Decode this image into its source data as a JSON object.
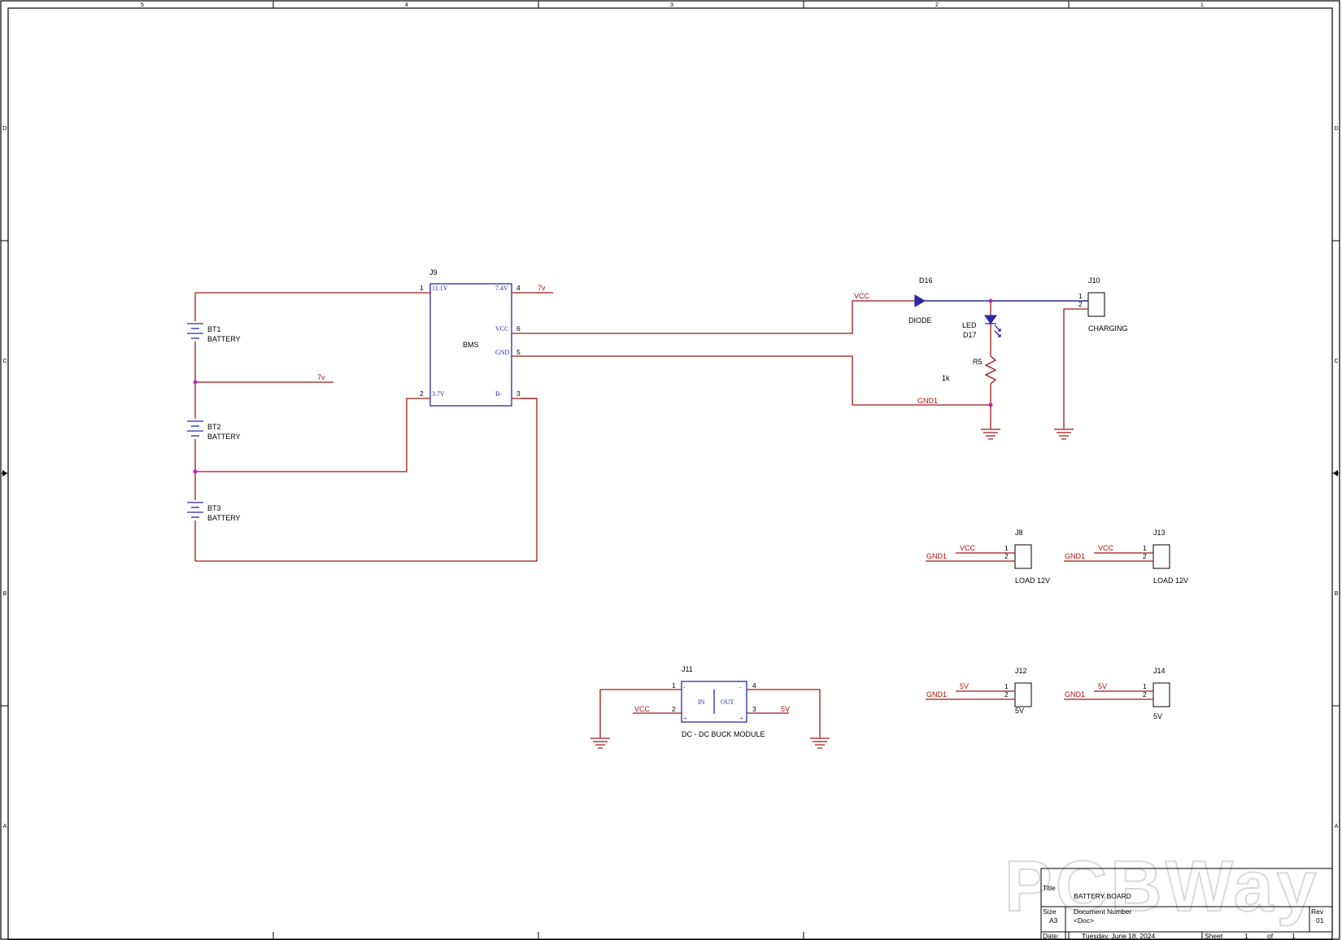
{
  "frame": {
    "columns": [
      "5",
      "4",
      "3",
      "2",
      "1"
    ],
    "rows": [
      "D",
      "C",
      "B",
      "A"
    ]
  },
  "watermark": "PCBWay",
  "components": {
    "J9": {
      "ref": "J9",
      "value": "BMS",
      "pin1": "1",
      "pin2": "2",
      "pin3": "3",
      "pin4": "4",
      "pin5": "5",
      "pin6": "6",
      "pin1_name": "11.1V",
      "pin2_name": "3.7V",
      "pin3_name": "B-",
      "pin4_name": "7.4V",
      "pin5_name": "GND",
      "pin6_name": "VCC"
    },
    "BT1": {
      "ref": "BT1",
      "value": "BATTERY"
    },
    "BT2": {
      "ref": "BT2",
      "value": "BATTERY"
    },
    "BT3": {
      "ref": "BT3",
      "value": "BATTERY"
    },
    "D16": {
      "ref": "D16",
      "value": "DIODE"
    },
    "D17": {
      "ref": "D17",
      "value": "LED"
    },
    "R5": {
      "ref": "R5",
      "value": "1k"
    },
    "J10": {
      "ref": "J10",
      "value": "CHARGING",
      "pin1": "1",
      "pin2": "2"
    },
    "J8": {
      "ref": "J8",
      "value": "LOAD 12V",
      "pin1": "1",
      "pin2": "2"
    },
    "J13": {
      "ref": "J13",
      "value": "LOAD 12V",
      "pin1": "1",
      "pin2": "2"
    },
    "J12": {
      "ref": "J12",
      "value": "5V",
      "pin1": "1",
      "pin2": "2"
    },
    "J14": {
      "ref": "J14",
      "value": "5V",
      "pin1": "1",
      "pin2": "2"
    },
    "J11": {
      "ref": "J11",
      "value": "DC - DC BUCK MODULE",
      "pin1": "1",
      "pin2": "2",
      "pin3": "3",
      "pin4": "4",
      "in_label": "IN",
      "out_label": "OUT",
      "minus": "-",
      "plus": "+"
    }
  },
  "nets": {
    "vcc": "VCC",
    "gnd1": "GND1",
    "v7": "7v",
    "v5": "5V"
  },
  "title_block": {
    "title_label": "Title",
    "title": "BATTERY BOARD",
    "size_label": "Size",
    "size": "A3",
    "docnum_label": "Document Number",
    "docnum": "<Doc>",
    "rev_label": "Rev",
    "rev": "01",
    "date_label": "Date:",
    "date": "Tuesday, June 18, 2024",
    "sheet_label": "Sheet",
    "sheet": "1",
    "of_label": "of",
    "sheet_total": "1"
  },
  "colors": {
    "wire": "#a01818",
    "part": "#2a2aa8",
    "junction": "#c020c0"
  }
}
